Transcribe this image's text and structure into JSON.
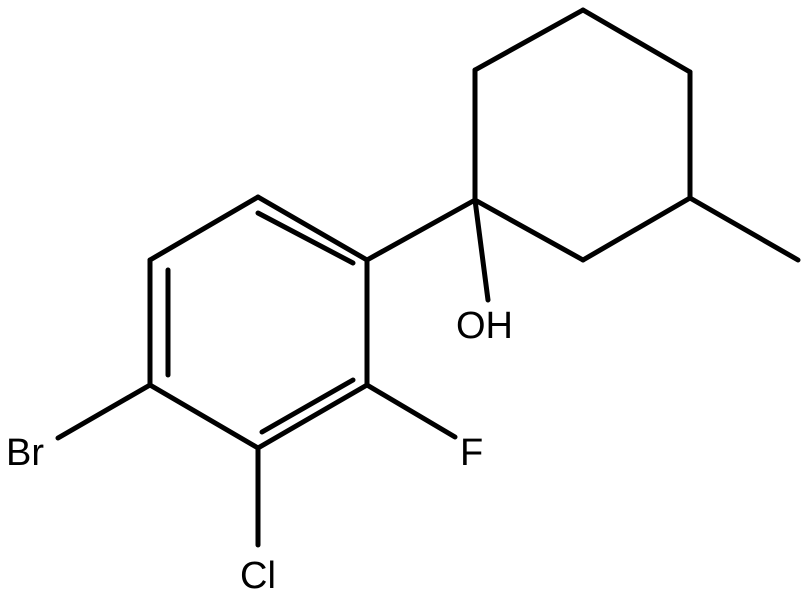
{
  "labels": {
    "oh": "OH",
    "f": "F",
    "cl": "Cl",
    "br": "Br"
  }
}
